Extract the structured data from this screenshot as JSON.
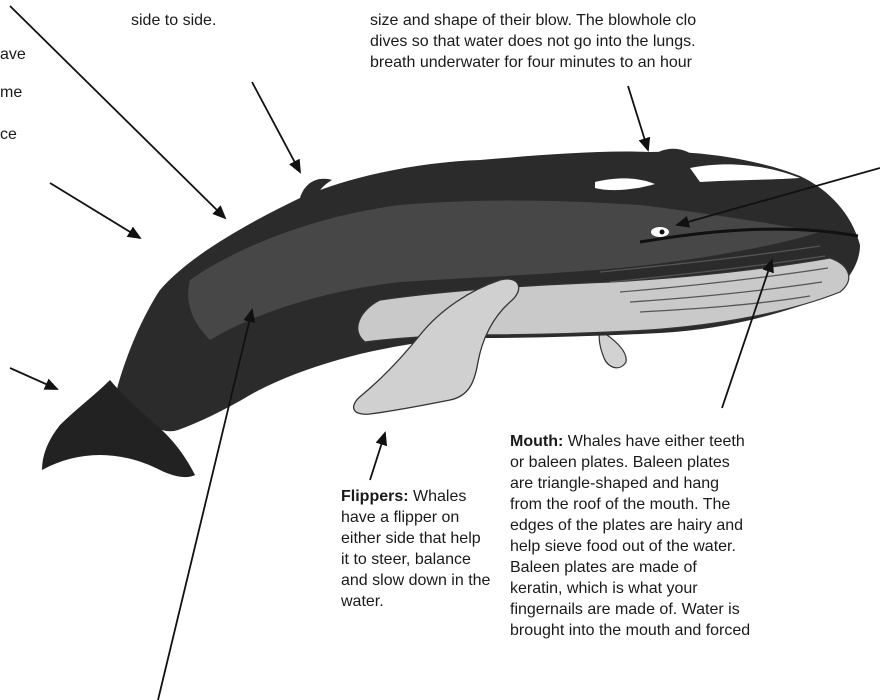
{
  "labels": {
    "top_left_fragment": "side to side.",
    "left_fragment_1": "ave",
    "left_fragment_2": "me",
    "left_fragment_3": "ce",
    "blowhole_lines": [
      "size and shape of their blow. The blowhole clo",
      "dives so that water does not go into the lungs.",
      "breath underwater for four minutes to an hour"
    ],
    "flippers": {
      "heading": "Flippers:",
      "lines": [
        " Whales",
        "have a flipper on",
        "either side that help",
        "it to steer, balance",
        "and slow down in the",
        "water."
      ]
    },
    "mouth": {
      "heading": "Mouth:",
      "lines": [
        " Whales have either teeth",
        "or baleen plates. Baleen plates",
        "are triangle-shaped and hang",
        "from the roof of the mouth. The",
        "edges of the plates are hairy and",
        "help sieve food out of the water.",
        "Baleen plates are made of",
        "keratin, which is what your",
        "fingernails are made of. Water is",
        "brought into the mouth and forced"
      ]
    }
  },
  "colors": {
    "body_dark": "#2a2a2a",
    "body_mid": "#4a4a4a",
    "belly": "#c8c8c8",
    "highlight": "#ffffff",
    "arrow": "#111111"
  }
}
